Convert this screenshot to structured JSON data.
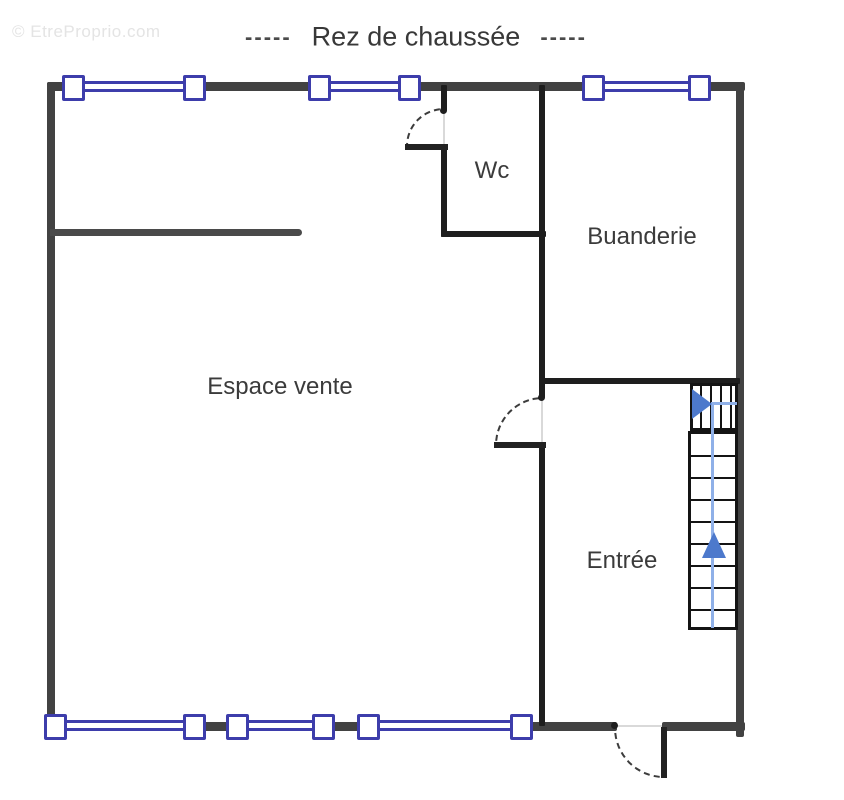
{
  "watermark": "© EtreProprio.com",
  "title": {
    "dashes_left": "-----",
    "text": "Rez de chaussée",
    "dashes_right": "-----"
  },
  "rooms": {
    "espace_vente": {
      "label": "Espace vente"
    },
    "wc": {
      "label": "Wc"
    },
    "buanderie": {
      "label": "Buanderie"
    },
    "entree": {
      "label": "Entrée"
    }
  },
  "colors": {
    "exterior_wall": "#424242",
    "interior_wall": "#1e1e1e",
    "window_blue": "#3d3dab",
    "stair_arrow_blue": "#4d79cc",
    "stair_guide_blue": "#8fb0e8",
    "label_text": "#3b3b3b",
    "watermark_gray": "#e4e4e4"
  }
}
